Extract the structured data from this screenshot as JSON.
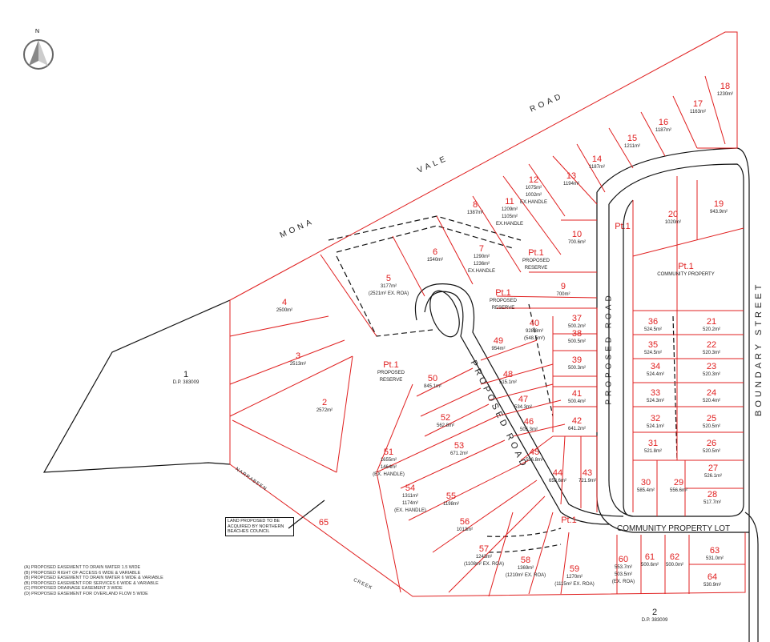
{
  "compass": {
    "label": "N",
    "icon": "north-arrow-icon"
  },
  "colors": {
    "lot_lines": "#e02020",
    "road_lines": "#111111",
    "easement": "#111111"
  },
  "roads": {
    "mona": "MONA",
    "vale": "VALE",
    "road": "ROAD",
    "proposed_road_east": "PROPOSED ROAD",
    "proposed_road_cul": "PROPOSED ROAD",
    "boundary_street": "BOUNDARY STREET",
    "narrabeen": "NARRABEEN",
    "creek": "CREEK",
    "community_lot": "COMMUNITY PROPERTY LOT"
  },
  "note": "LAND PROPOSED TO BE ACQUIRED BY NORTHERN BEACHES COUNCIL",
  "legend": [
    "(A)  PROPOSED EASEMENT TO DRAIN WATER 1.5 WIDE",
    "(B)  PROPOSED RIGHT OF ACCESS 6 WIDE & VARIABLE",
    "(B)  PROPOSED EASEMENT TO DRAIN WATER 6 WIDE & VARIABLE",
    "(B)  PROPOSED EASEMENT FOR SERVICES 6 WIDE & VARIABLE",
    "(C)  PROPOSED DRAINAGE EASEMENT 3 WIDE",
    "(D)  PROPOSED EASEMENT FOR OVERLAND FLOW 5 WIDE"
  ],
  "lots": [
    {
      "num": "1",
      "lines": [
        "D.P. 383009"
      ],
      "black": true
    },
    {
      "num": "2",
      "lines": [
        "2572m²"
      ]
    },
    {
      "num": "3",
      "lines": [
        "2513m²"
      ]
    },
    {
      "num": "4",
      "lines": [
        "2500m²"
      ]
    },
    {
      "num": "5",
      "lines": [
        "3177m²",
        "(2521m² EX. ROA)"
      ]
    },
    {
      "num": "6",
      "lines": [
        "1540m²"
      ]
    },
    {
      "num": "7",
      "lines": [
        "1290m²",
        "1236m²",
        "EX.HANDLE"
      ]
    },
    {
      "num": "8",
      "lines": [
        "1387m²"
      ]
    },
    {
      "num": "9",
      "lines": [
        "700m²"
      ]
    },
    {
      "num": "10",
      "lines": [
        "700.6m²"
      ]
    },
    {
      "num": "11",
      "lines": [
        "1209m²",
        "1105m²",
        "EX.HANDLE"
      ]
    },
    {
      "num": "12",
      "lines": [
        "1075m²",
        "1002m²",
        "EX.HANDLE"
      ]
    },
    {
      "num": "13",
      "lines": [
        "1194m²"
      ]
    },
    {
      "num": "14",
      "lines": [
        "1187m²"
      ]
    },
    {
      "num": "15",
      "lines": [
        "1211m²"
      ]
    },
    {
      "num": "16",
      "lines": [
        "1187m²"
      ]
    },
    {
      "num": "17",
      "lines": [
        "1163m²"
      ]
    },
    {
      "num": "18",
      "lines": [
        "1230m²"
      ]
    },
    {
      "num": "19",
      "lines": [
        "943.9m²"
      ]
    },
    {
      "num": "20",
      "lines": [
        "1020m²"
      ]
    },
    {
      "num": "21",
      "lines": [
        "520.2m²"
      ]
    },
    {
      "num": "22",
      "lines": [
        "520.3m²"
      ]
    },
    {
      "num": "23",
      "lines": [
        "520.3m²"
      ]
    },
    {
      "num": "24",
      "lines": [
        "520.4m²"
      ]
    },
    {
      "num": "25",
      "lines": [
        "520.5m²"
      ]
    },
    {
      "num": "26",
      "lines": [
        "520.5m²"
      ]
    },
    {
      "num": "27",
      "lines": [
        "526.1m²"
      ]
    },
    {
      "num": "28",
      "lines": [
        "517.7m²"
      ]
    },
    {
      "num": "29",
      "lines": [
        "556.6m²"
      ]
    },
    {
      "num": "30",
      "lines": [
        "585.4m²"
      ]
    },
    {
      "num": "31",
      "lines": [
        "521.8m²"
      ]
    },
    {
      "num": "32",
      "lines": [
        "524.1m²"
      ]
    },
    {
      "num": "33",
      "lines": [
        "524.3m²"
      ]
    },
    {
      "num": "34",
      "lines": [
        "524.4m²"
      ]
    },
    {
      "num": "35",
      "lines": [
        "524.5m²"
      ]
    },
    {
      "num": "36",
      "lines": [
        "524.5m²"
      ]
    },
    {
      "num": "37",
      "lines": [
        "500.2m²"
      ]
    },
    {
      "num": "38",
      "lines": [
        "500.5m²"
      ]
    },
    {
      "num": "39",
      "lines": [
        "500.3m²"
      ]
    },
    {
      "num": "40",
      "lines": [
        "928.8m²",
        "(548.5m²)"
      ]
    },
    {
      "num": "41",
      "lines": [
        "500.4m²"
      ]
    },
    {
      "num": "42",
      "lines": [
        "641.2m²"
      ]
    },
    {
      "num": "43",
      "lines": [
        "721.9m²"
      ]
    },
    {
      "num": "44",
      "lines": [
        "658.6m²"
      ]
    },
    {
      "num": "45",
      "lines": [
        "596.8m²"
      ]
    },
    {
      "num": "46",
      "lines": [
        "505.3m²"
      ]
    },
    {
      "num": "47",
      "lines": [
        "534.3m²"
      ]
    },
    {
      "num": "48",
      "lines": [
        "515.1m²"
      ]
    },
    {
      "num": "49",
      "lines": [
        "954m²"
      ]
    },
    {
      "num": "50",
      "lines": [
        "845.1m²"
      ]
    },
    {
      "num": "51",
      "lines": [
        "1655m²",
        "1464m²",
        "(EX. HANDLE)"
      ]
    },
    {
      "num": "52",
      "lines": [
        "562.8m²"
      ]
    },
    {
      "num": "53",
      "lines": [
        "671.2m²"
      ]
    },
    {
      "num": "54",
      "lines": [
        "1311m²",
        "1174m²",
        "(EX. HANDLE)"
      ]
    },
    {
      "num": "55",
      "lines": [
        "1198m²"
      ]
    },
    {
      "num": "56",
      "lines": [
        "1013m²"
      ]
    },
    {
      "num": "57",
      "lines": [
        "1243m²",
        "(1108m² EX. ROA)"
      ]
    },
    {
      "num": "58",
      "lines": [
        "1369m²",
        "(1210m² EX. ROA)"
      ]
    },
    {
      "num": "59",
      "lines": [
        "1270m²",
        "(1115m² EX. ROA)"
      ]
    },
    {
      "num": "60",
      "lines": [
        "553.7m²",
        "503.5m²",
        "(EX. ROA)"
      ]
    },
    {
      "num": "61",
      "lines": [
        "500.6m²"
      ]
    },
    {
      "num": "62",
      "lines": [
        "500.0m²"
      ]
    },
    {
      "num": "63",
      "lines": [
        "531.0m²"
      ]
    },
    {
      "num": "64",
      "lines": [
        "530.9m²"
      ]
    },
    {
      "num": "65",
      "lines": []
    },
    {
      "num": "2",
      "lines": [
        "D.P. 383009"
      ],
      "black": true
    },
    {
      "num": "Pt.1",
      "lines": [
        "PROPOSED",
        "RESERVE"
      ]
    },
    {
      "num": "Pt.1",
      "lines": [
        "PROPOSED",
        "RESERVE"
      ]
    },
    {
      "num": "Pt.1",
      "lines": [
        "PROPOSED",
        "RESERVE"
      ]
    },
    {
      "num": "Pt.1",
      "lines": [
        "COMMUNITY PROPERTY"
      ]
    },
    {
      "num": "Pt.1",
      "lines": []
    },
    {
      "num": "Pt.1",
      "lines": []
    }
  ]
}
